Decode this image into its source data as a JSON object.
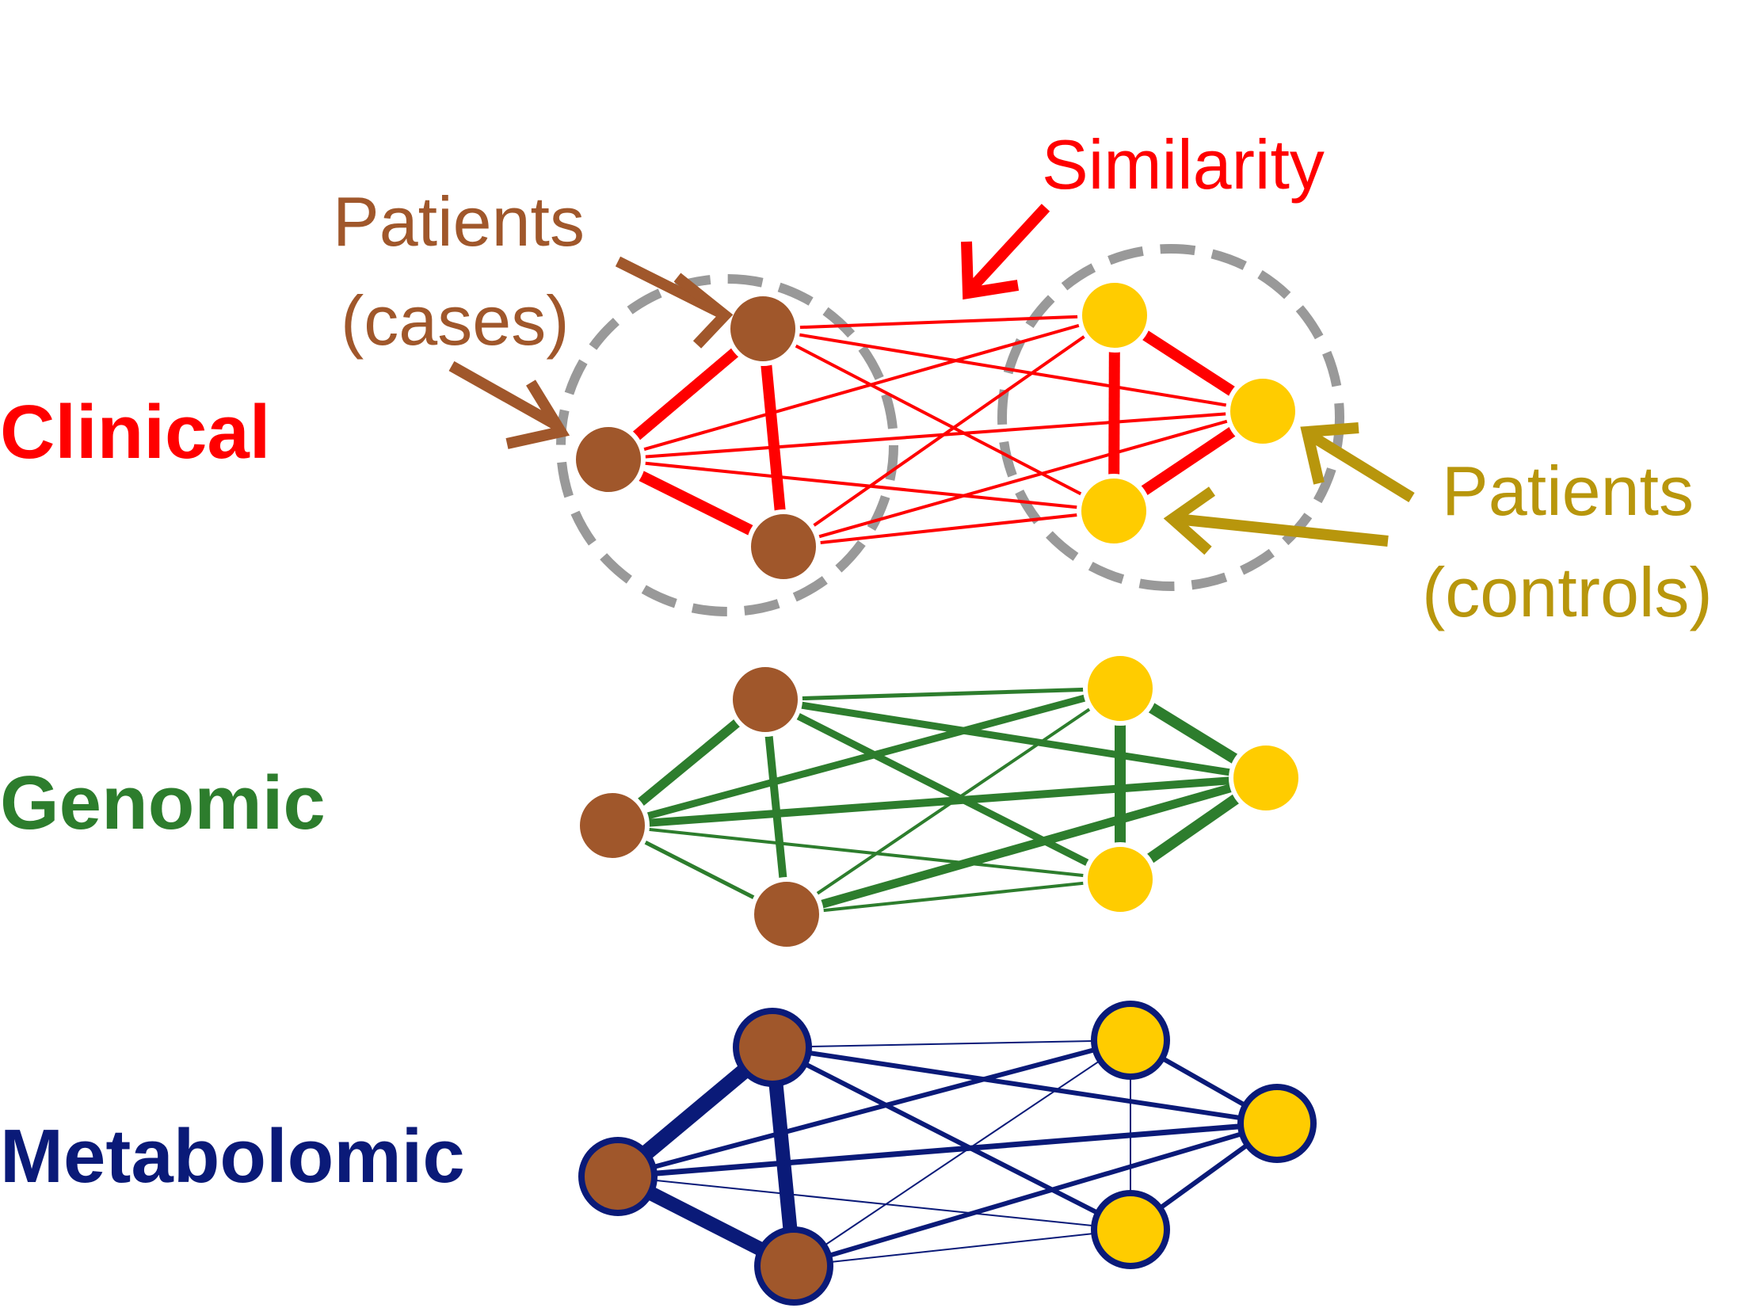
{
  "labels": {
    "similarity": "Similarity",
    "cases_line1": "Patients",
    "cases_line2": "(cases)",
    "controls_line1": "Patients",
    "controls_line2": "(controls)"
  },
  "colors": {
    "case_node": "#a0572b",
    "control_node": "#ffcc00",
    "cases_annotation": "#a0572b",
    "controls_annotation": "#b8960c",
    "similarity_annotation": "#ff0000",
    "group_circle": "#999999"
  },
  "networks": [
    {
      "id": "clinical",
      "label": "Clinical",
      "color": "#ff0000",
      "node_outline": "#ffffff"
    },
    {
      "id": "genomic",
      "label": "Genomic",
      "color": "#2d7d2d",
      "node_outline": "#ffffff"
    },
    {
      "id": "metabolomic",
      "label": "Metabolomic",
      "color": "#0a1a78",
      "node_outline": "#0a1a78"
    }
  ]
}
